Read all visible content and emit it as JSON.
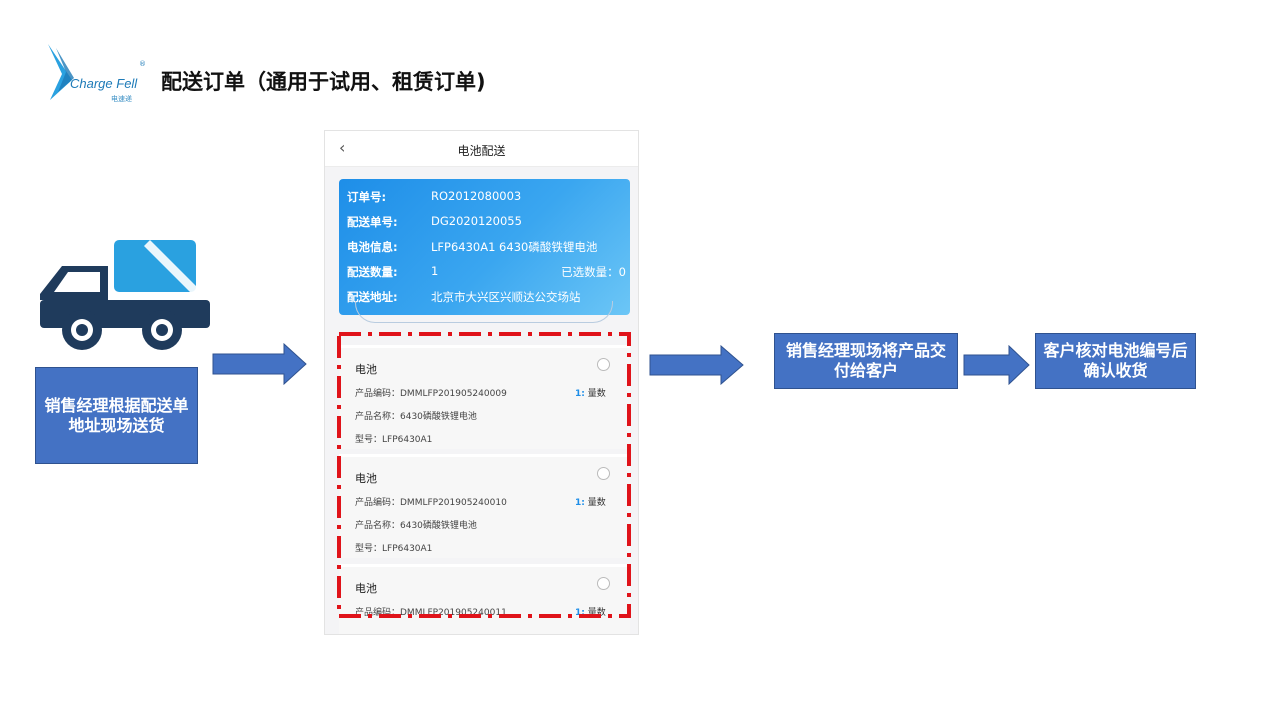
{
  "header": {
    "logo_text": "Charge Fell",
    "logo_subtext": "电速递",
    "logo_reg": "®",
    "title": "配送订单（通用于试用、租赁订单)"
  },
  "colors": {
    "box_blue": "#4472c4",
    "card_blue": "#1e8ee8",
    "dash_red": "#e0131a",
    "truck_dark": "#1f3b5c",
    "truck_cargo": "#2aa1e0"
  },
  "steps": {
    "step1": "销售经理根据配送单地址现场送货",
    "step2": "销售经理现场将产品交付给客户",
    "step3": "客户核对电池编号后确认收货"
  },
  "phone": {
    "nav": {
      "back_icon": "chevron-left-icon",
      "title": "电池配送"
    },
    "info": [
      {
        "label": "订单号:",
        "value": "RO2012080003"
      },
      {
        "label": "配送单号:",
        "value": "DG2020120055"
      },
      {
        "label": "电池信息:",
        "value": "LFP6430A1 6430磷酸铁锂电池"
      },
      {
        "label": "配送数量:",
        "value": "1",
        "selected_label": "已选数量：0"
      },
      {
        "label": "配送地址:",
        "value": "北京市大兴区兴顺达公交场站"
      }
    ],
    "items": [
      {
        "title": "电池",
        "code": "产品编码：DMMLFP201905240009",
        "qty_num": "1:",
        "qty_label": "量数",
        "name": "产品名称：6430磷酸铁锂电池",
        "model": "型号：LFP6430A1"
      },
      {
        "title": "电池",
        "code": "产品编码：DMMLFP201905240010",
        "qty_num": "1:",
        "qty_label": "量数",
        "name": "产品名称：6430磷酸铁锂电池",
        "model": "型号：LFP6430A1"
      },
      {
        "title": "电池",
        "code": "产品编码：DMMLFP201905240011",
        "qty_num": "1:",
        "qty_label": "量数",
        "name": "",
        "model": ""
      }
    ]
  }
}
